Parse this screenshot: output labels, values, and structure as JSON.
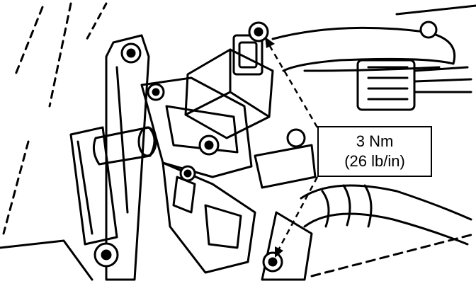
{
  "diagram": {
    "callout": {
      "torque_metric": "3 Nm",
      "torque_imperial": "(26 lb/in)"
    },
    "colors": {
      "ink": "#000000",
      "paper": "#ffffff"
    },
    "icons": [
      "fastener-bolt",
      "double-headed-arrow",
      "electrical-connector",
      "bracket",
      "hose"
    ]
  }
}
